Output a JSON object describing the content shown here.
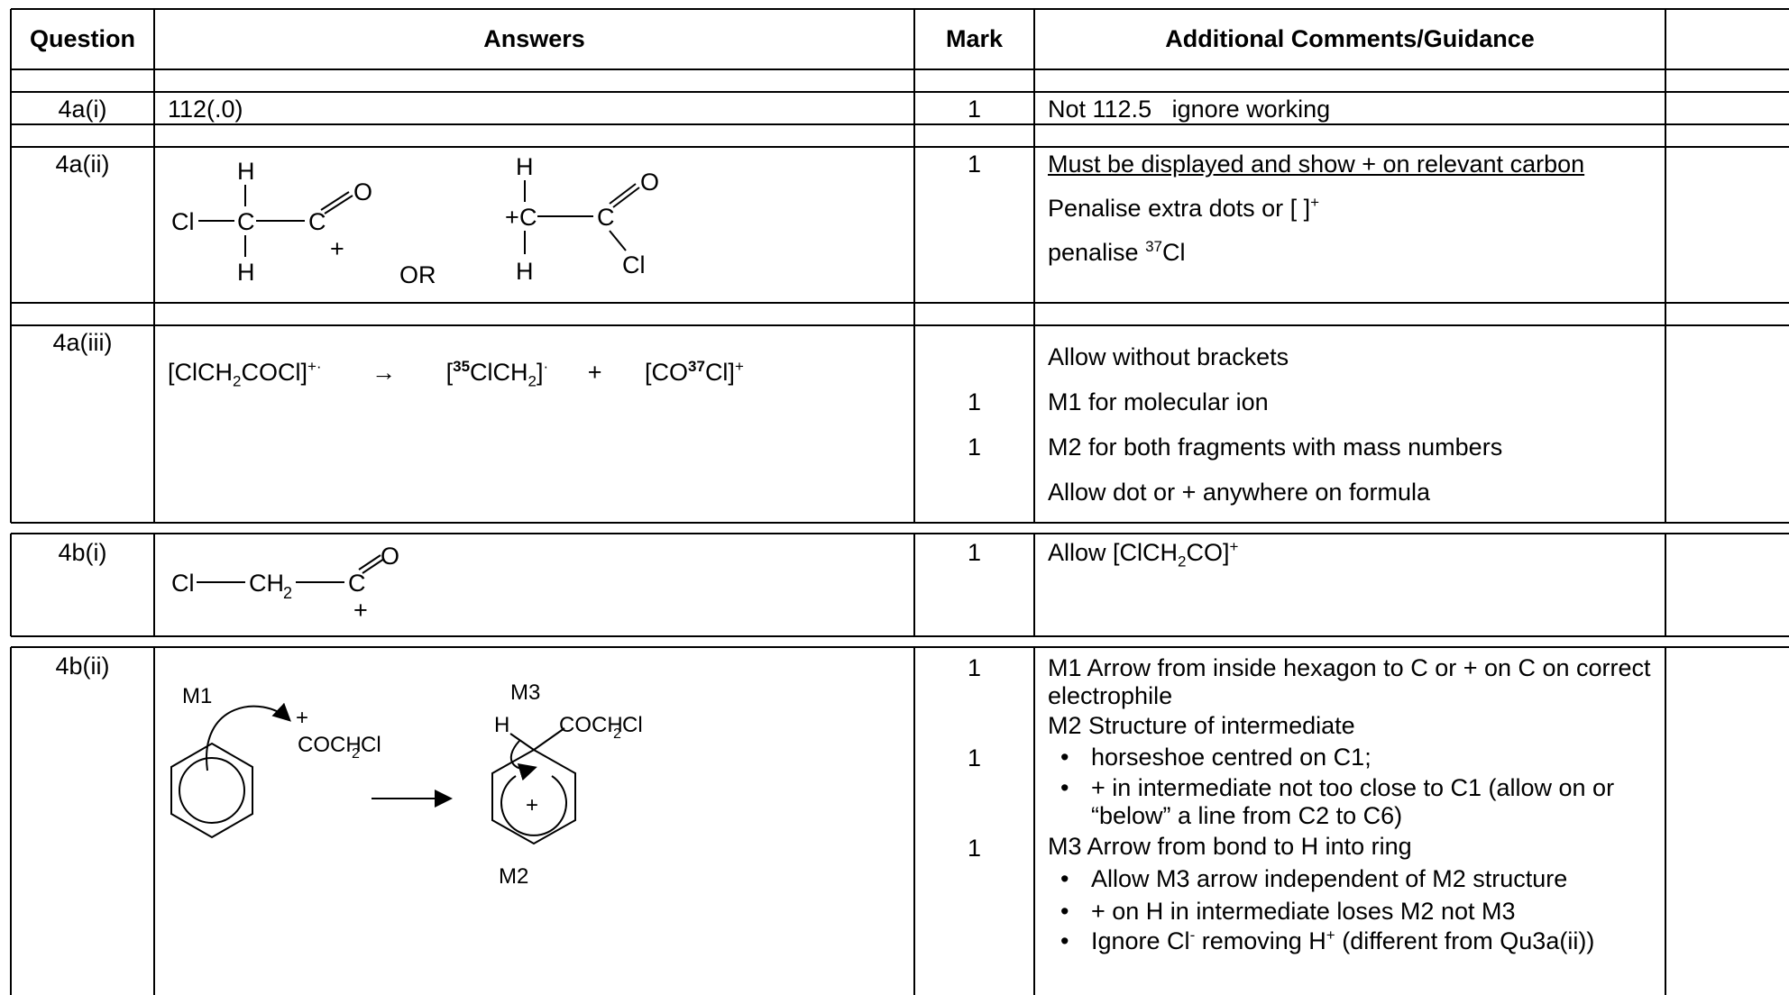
{
  "header": {
    "question": "Question",
    "answers": "Answers",
    "mark": "Mark",
    "guidance": "Additional Comments/Guidance"
  },
  "rows": {
    "r1": {
      "question": "4a(i)",
      "answer": "112(.0)",
      "mark": "1",
      "guidance": "Not 112.5   ignore working"
    },
    "r2": {
      "question": "4a(ii)",
      "mark": "1",
      "or": "OR",
      "g1": "Must be displayed and show + on relevant carbon",
      "g2": "Penalise extra dots or [ ]",
      "g2_sup": "+",
      "g3_pre": "penalise ",
      "g3_sup": "37",
      "g3_post": "Cl"
    },
    "r3": {
      "question": "4a(iii)",
      "eq": {
        "lhs_a": "[ClCH",
        "lhs_sub": "2",
        "lhs_b": "COCl]",
        "lhs_sup": "+·",
        "arrow": "→",
        "mid_a": "[",
        "mid_sup": "35",
        "mid_b": "ClCH",
        "mid_sub": "2",
        "mid_c": "]",
        "mid_dot": "·",
        "plus": "+",
        "rhs_a": "[CO",
        "rhs_sup": "37",
        "rhs_b": "Cl]",
        "rhs_sup2": "+"
      },
      "marks": [
        "1",
        "1"
      ],
      "guidance": [
        "Allow without brackets",
        "M1 for molecular ion",
        "M2 for both fragments with mass numbers",
        "Allow dot or + anywhere on formula"
      ]
    },
    "r4": {
      "question": "4b(i)",
      "mark": "1",
      "g_pre": "Allow [ClCH",
      "g_sub": "2",
      "g_mid": "CO]",
      "g_sup": "+"
    },
    "r5": {
      "question": "4b(ii)",
      "marks": [
        "1",
        "1",
        "1"
      ],
      "labels": {
        "m1": "M1",
        "m2": "M2",
        "m3": "M3"
      },
      "g_m1": "M1 Arrow from inside hexagon to C or + on C on correct electrophile",
      "g_m2": "M2 Structure of intermediate",
      "g_m2_b1": "horseshoe centred on C1;",
      "g_m2_b2": "+ in intermediate not too close to C1 (allow on or “below” a line from C2 to C6)",
      "g_m3": "M3 Arrow from bond to H into ring",
      "g_m3_b1": "Allow M3 arrow independent of M2 structure",
      "g_m3_b2": "+ on H in intermediate loses M2 not M3",
      "g_m3_b3_a": "Ignore Cl",
      "g_m3_b3_sup1": "-",
      "g_m3_b3_b": " removing H",
      "g_m3_b3_sup2": "+",
      "g_m3_b3_c": " (different from Qu3a(ii))"
    }
  },
  "chem": {
    "H": "H",
    "C": "C",
    "O": "O",
    "Cl": "Cl",
    "plus": "+",
    "CH": "CH",
    "sub2": "2",
    "COCH2Cl_a": "COCH",
    "COCH2Cl_b": "Cl"
  }
}
